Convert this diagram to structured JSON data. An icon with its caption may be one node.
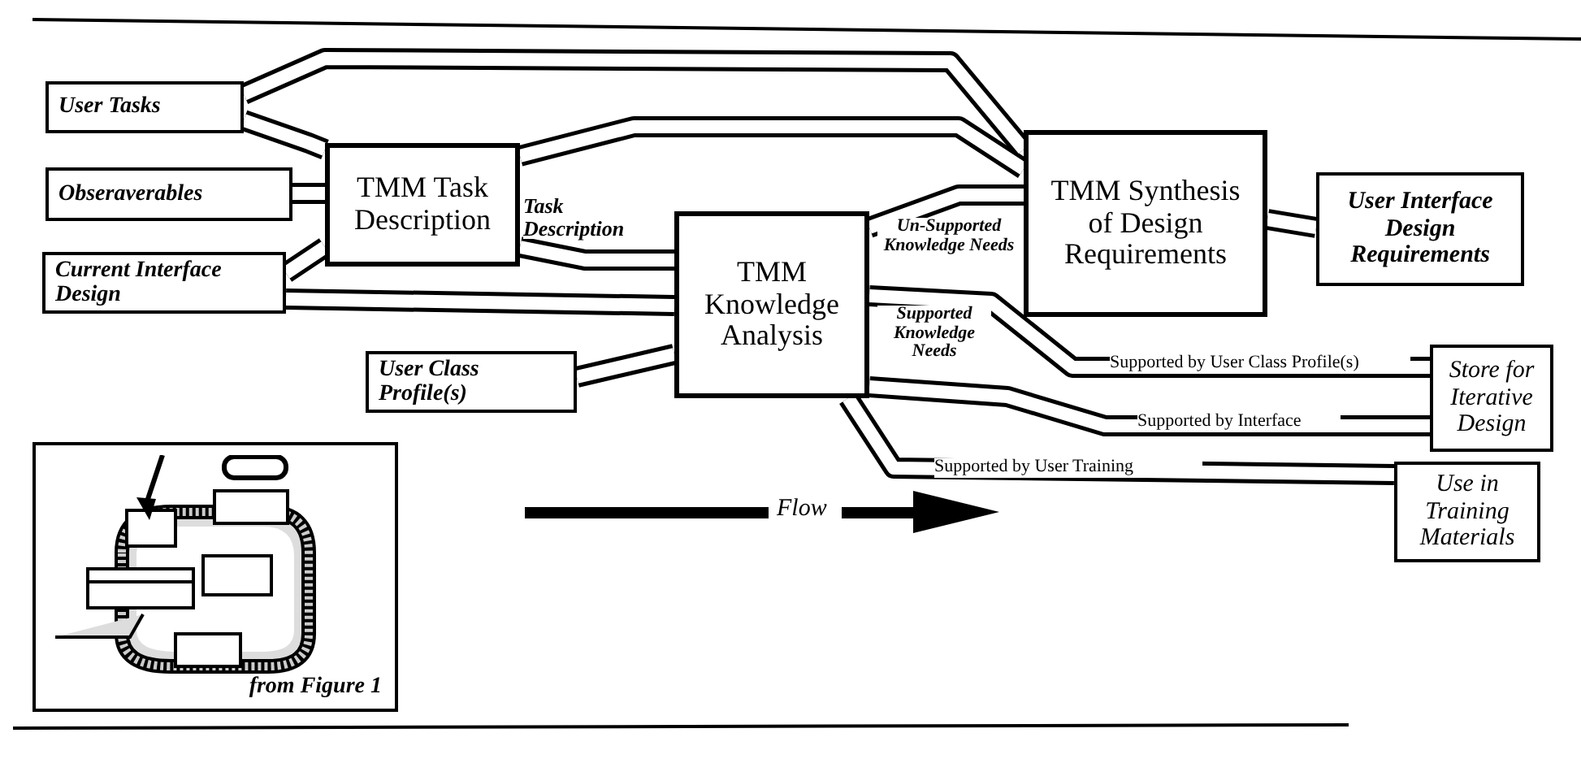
{
  "diagram": {
    "nodes": [
      {
        "text": [
          "User Tasks"
        ]
      },
      {
        "text": [
          "Obseraverables"
        ]
      },
      {
        "text": [
          "Current Interface Design"
        ]
      },
      {
        "text": [
          "User Class Profile(s)"
        ]
      },
      {
        "text": [
          "TMM Task Description"
        ]
      },
      {
        "text": [
          "TMM Knowledge Analysis"
        ]
      },
      {
        "text": [
          "TMM Synthesis of Design Requirements"
        ]
      },
      {
        "text": [
          "User Interface Design Requirements"
        ]
      },
      {
        "text": [
          "Store for Iterative Design"
        ]
      },
      {
        "text": [
          "Use in Training Materials"
        ]
      },
      {
        "text": [
          "from Figure 1"
        ]
      }
    ],
    "edges": [
      {
        "from": 0,
        "to": 4,
        "arrow": "none"
      },
      {
        "from": 0,
        "to": 6,
        "arrow": "none"
      },
      {
        "from": 1,
        "to": 4,
        "arrow": "none"
      },
      {
        "from": 2,
        "to": 4,
        "arrow": "none"
      },
      {
        "from": 2,
        "to": 5,
        "arrow": "none"
      },
      {
        "from": 3,
        "to": 5,
        "arrow": "none"
      },
      {
        "from": 4,
        "to": 5,
        "arrow": "none",
        "label": "Task Description"
      },
      {
        "from": 4,
        "to": 6,
        "arrow": "none"
      },
      {
        "from": 5,
        "to": 6,
        "arrow": "none",
        "label": "Un-Supported Knowledge Needs"
      },
      {
        "from": 6,
        "to": 7,
        "arrow": "none"
      },
      {
        "from": 5,
        "to": 8,
        "arrow": "none",
        "label": "Supported by User Class Profile(s)"
      },
      {
        "from": 5,
        "to": 8,
        "arrow": "none",
        "label": "Supported by Interface"
      },
      {
        "from": 5,
        "to": 9,
        "arrow": "none",
        "label": "Supported by User Training"
      }
    ],
    "labels": [
      "Supported Knowledge Needs",
      "Flow"
    ]
  }
}
